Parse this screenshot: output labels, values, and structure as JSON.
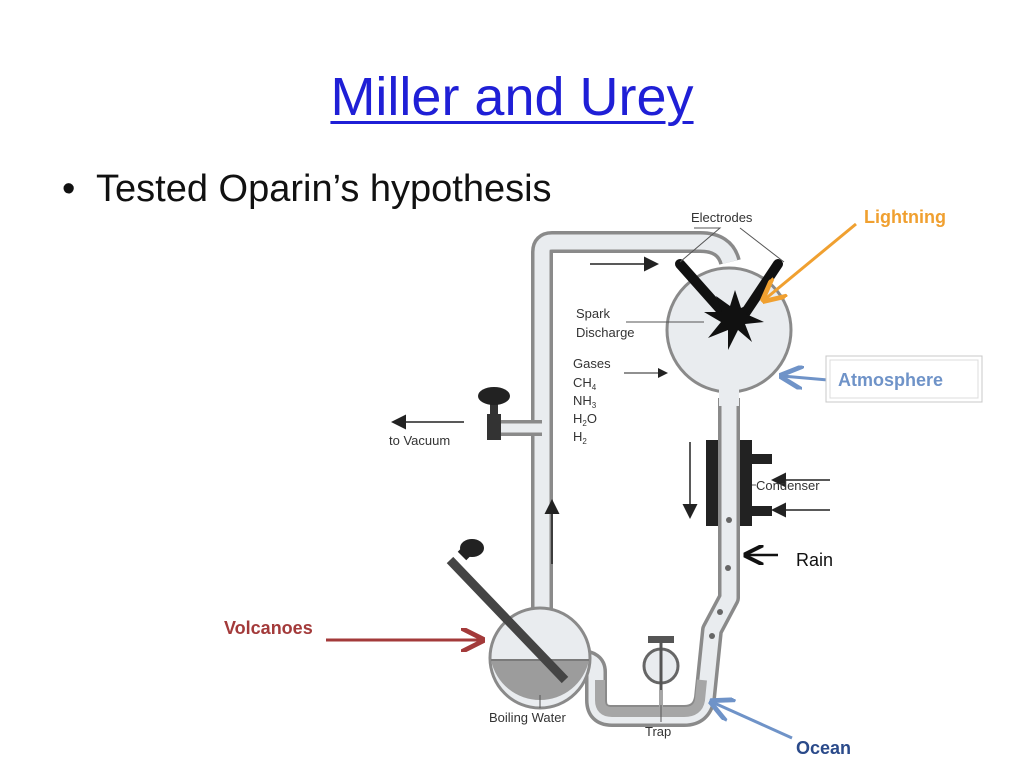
{
  "slide": {
    "title": "Miller and Urey",
    "bullet": "Tested Oparin’s hypothesis",
    "bullet_marker": "•"
  },
  "diagram": {
    "labels": {
      "electrodes": "Electrodes",
      "spark_line1": "Spark",
      "spark_line2": "Discharge",
      "gases": "Gases",
      "gas_ch4": "CH",
      "gas_ch4_sub": "4",
      "gas_nh3": "NH",
      "gas_nh3_sub": "3",
      "gas_h2o_h": "H",
      "gas_h2o_sub": "2",
      "gas_h2o_o": "O",
      "gas_h2": "H",
      "gas_h2_sub": "2",
      "vacuum": "to Vacuum",
      "condenser": "Condenser",
      "boiling_water": "Boiling Water",
      "trap": "Trap"
    },
    "callouts": {
      "lightning": {
        "text": "Lightning",
        "color": "#f0a030"
      },
      "atmosphere": {
        "text": "Atmosphere",
        "color": "#6f93c8"
      },
      "rain": {
        "text": "Rain",
        "color": "#111111"
      },
      "volcanoes": {
        "text": "Volcanoes",
        "color": "#a33a3a"
      },
      "ocean": {
        "text": "Ocean",
        "color": "#2a4a8a"
      }
    }
  }
}
